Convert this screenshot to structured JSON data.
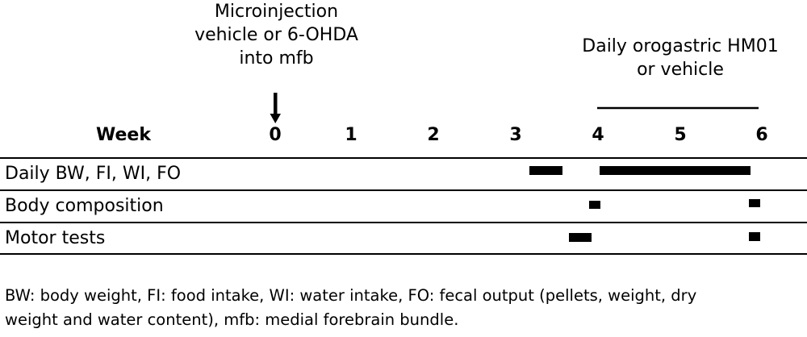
{
  "annotations": {
    "microinjection": [
      "Microinjection",
      "vehicle or 6-OHDA",
      "into mfb"
    ],
    "treatment": [
      "Daily orogastric HM01",
      "or vehicle"
    ]
  },
  "header": {
    "week_label": "Week",
    "weeks": [
      "0",
      "1",
      "2",
      "3",
      "4",
      "5",
      "6"
    ]
  },
  "rows": [
    {
      "label": "Daily BW, FI, WI, FO"
    },
    {
      "label": "Body composition"
    },
    {
      "label": "Motor tests"
    }
  ],
  "footnote": {
    "line1": "BW: body weight, FI: food intake, WI: water intake, FO: fecal output (pellets, weight, dry",
    "line2": "weight and water content), mfb: medial forebrain bundle."
  }
}
